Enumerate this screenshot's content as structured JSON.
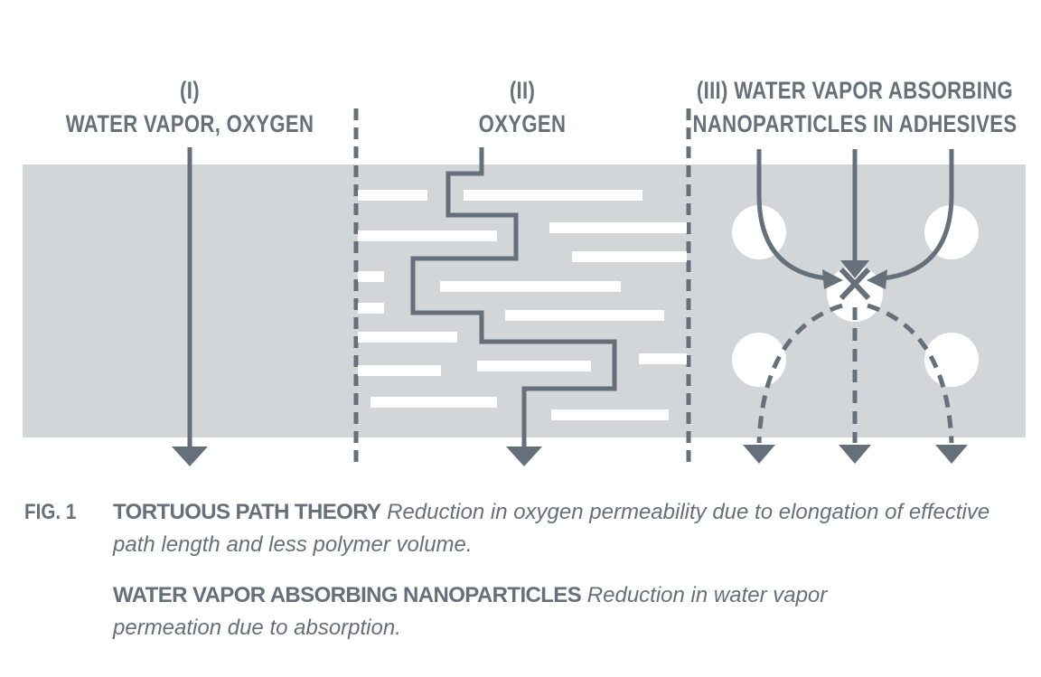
{
  "headers": {
    "col1": {
      "line1": "(I)",
      "line2": "WATER VAPOR, OXYGEN"
    },
    "col2": {
      "line1": "(II)",
      "line2": "OXYGEN"
    },
    "col3": {
      "line1": "(III) WATER VAPOR ABSORBING",
      "line2": "NANOPARTICLES IN ADHESIVES"
    }
  },
  "caption": {
    "fig_label": "FIG. 1",
    "p1_title": "TORTUOUS PATH THEORY",
    "p1_text": "Reduction in oxygen permeability due to elongation of effective path length and less polymer volume.",
    "p2_title": "WATER VAPOR ABSORBING NANOPARTICLES",
    "p2_text": "Reduction in water vapor permeation due to absorption."
  },
  "colors": {
    "band": "#d2d6d9",
    "ink": "#66707a",
    "white": "#ffffff"
  }
}
